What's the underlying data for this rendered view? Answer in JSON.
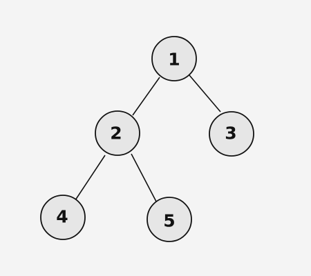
{
  "tree": {
    "nodes": [
      {
        "id": "n1",
        "label": "1"
      },
      {
        "id": "n2",
        "label": "2"
      },
      {
        "id": "n3",
        "label": "3"
      },
      {
        "id": "n4",
        "label": "4"
      },
      {
        "id": "n5",
        "label": "5"
      }
    ],
    "edges": [
      {
        "from": "n1",
        "to": "n2"
      },
      {
        "from": "n1",
        "to": "n3"
      },
      {
        "from": "n2",
        "to": "n4"
      },
      {
        "from": "n2",
        "to": "n5"
      }
    ],
    "colors": {
      "background": "#f4f4f4",
      "node_fill": "#e6e6e6",
      "stroke": "#111111"
    }
  }
}
